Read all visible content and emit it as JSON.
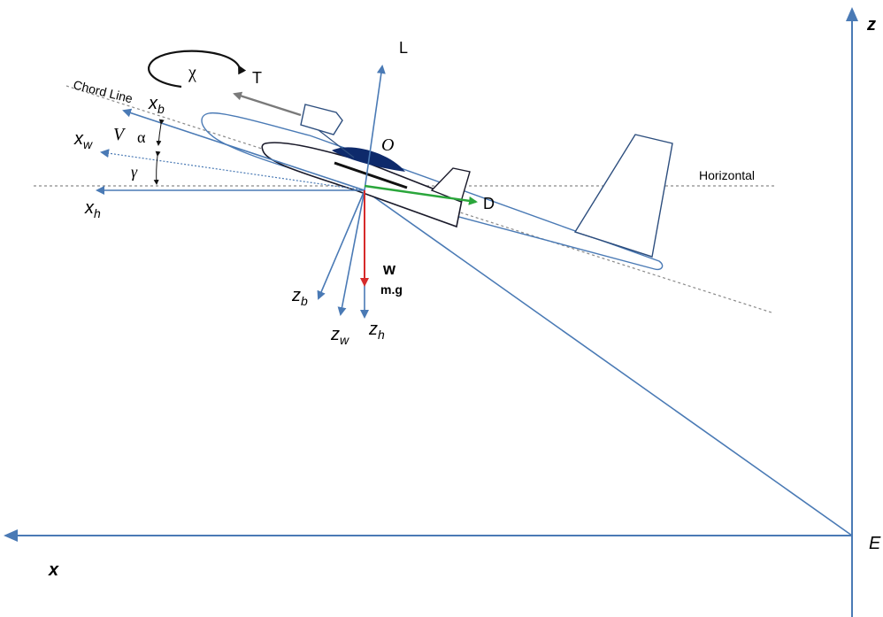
{
  "labels": {
    "z_axis": "z",
    "x_axis": "x",
    "origin_E": "E",
    "lift": "L",
    "thrust": "T",
    "origin_O": "O",
    "drag": "D",
    "weight_w": "w",
    "weight_mg": "m.g",
    "horizontal": "Horizontal",
    "chord_line": "Chord Line",
    "chi": "χ",
    "velocity": "V",
    "alpha": "α",
    "gamma": "γ",
    "xb": "x",
    "xb_sub": "b",
    "xw": "x",
    "xw_sub": "w",
    "xh": "x",
    "xh_sub": "h",
    "zb": "z",
    "zb_sub": "b",
    "zw": "z",
    "zw_sub": "w",
    "zh": "z",
    "zh_sub": "h"
  },
  "colors": {
    "axis_blue": "#4a7ab5",
    "weight_red": "#d62b2b",
    "drag_green": "#2aa63b",
    "thrust_gray": "#7a7a7a",
    "guide_gray": "#8a8a8a",
    "canopy_navy": "#0e2a6b"
  }
}
